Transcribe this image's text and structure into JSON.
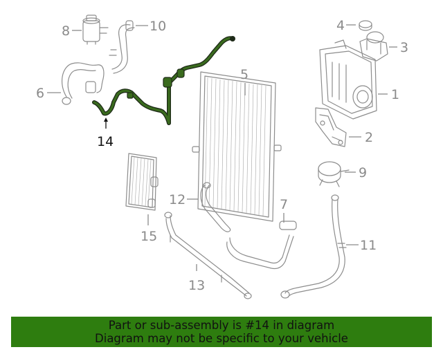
{
  "diagram": {
    "callouts": [
      {
        "id": "c1",
        "label": "1"
      },
      {
        "id": "c2",
        "label": "2"
      },
      {
        "id": "c3",
        "label": "3"
      },
      {
        "id": "c4",
        "label": "4"
      },
      {
        "id": "c5",
        "label": "5"
      },
      {
        "id": "c6",
        "label": "6"
      },
      {
        "id": "c7",
        "label": "7"
      },
      {
        "id": "c8",
        "label": "8"
      },
      {
        "id": "c9",
        "label": "9"
      },
      {
        "id": "c10",
        "label": "10"
      },
      {
        "id": "c11",
        "label": "11"
      },
      {
        "id": "c12",
        "label": "12"
      },
      {
        "id": "c13",
        "label": "13"
      },
      {
        "id": "c14",
        "label": "14"
      },
      {
        "id": "c15",
        "label": "15"
      }
    ],
    "highlighted_part": "14",
    "highlight_color": "#3a6b1e"
  },
  "banner": {
    "line1": "Part or sub-assembly is #14 in diagram",
    "line2": "Diagram may not be specific to your vehicle",
    "background": "#2e7d0f"
  }
}
